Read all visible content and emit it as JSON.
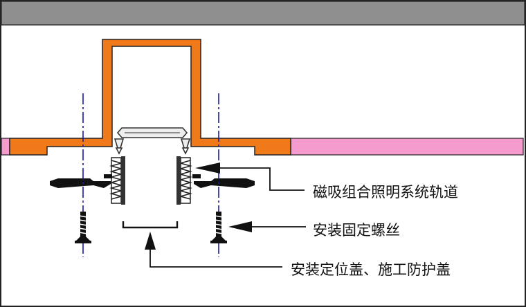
{
  "labels": {
    "track": "磁吸组合照明系统轨道",
    "screw": "安装固定螺丝",
    "cover": "安装定位盖、施工防护盖"
  },
  "colors": {
    "ceiling_slab": "#8f8f8f",
    "gypsum_board": "#f07a1a",
    "ceiling_finish": "#f59bcd",
    "centerline": "#1a1aa0",
    "outline": "#111111"
  }
}
